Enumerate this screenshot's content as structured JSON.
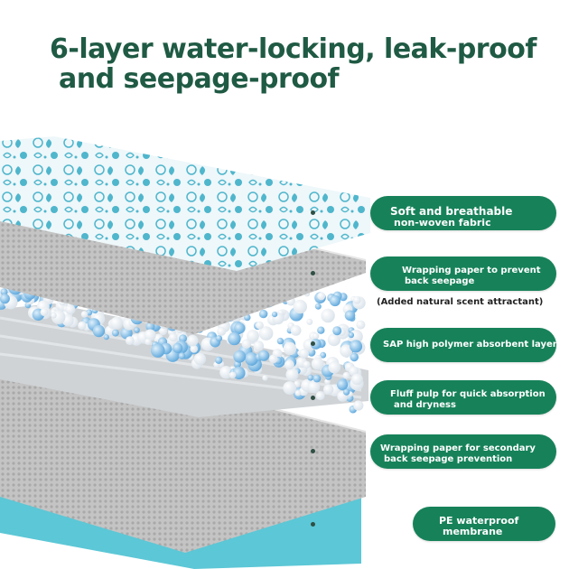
{
  "title": {
    "line1": "6-layer water-locking, leak-proof",
    "line2": "and seepage-proof"
  },
  "layers": [
    {
      "line1": "Soft and breathable",
      "line2": "non-woven fabric"
    },
    {
      "line1": "Wrapping paper to prevent",
      "line2": "back seepage"
    },
    {
      "line1": "SAP high polymer absorbent layer",
      "line2": ""
    },
    {
      "line1": "Fluff pulp for quick absorption",
      "line2": "and dryness"
    },
    {
      "line1": "Wrapping paper for secondary",
      "line2": "back seepage prevention"
    },
    {
      "line1": "PE waterproof",
      "line2": "membrane"
    }
  ],
  "note": "(Added natural scent attractant)",
  "colors": {
    "title": "#1f5a44",
    "pill": "#17825a",
    "pe_layer": "#5cc7d6",
    "fabric_pattern": "#4fb6cc",
    "paper": "#bfbfbf",
    "sap_blue": "#7ab8e6"
  }
}
